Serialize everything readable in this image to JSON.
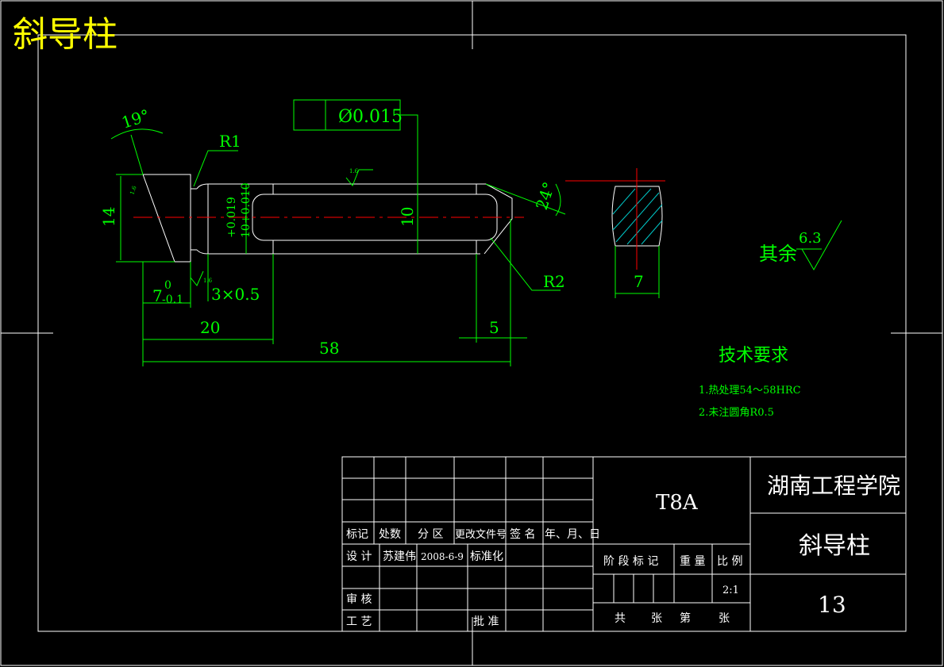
{
  "drawing_title": "斜导柱",
  "dimensions": {
    "angle_top": "19°",
    "radius_1": "R1",
    "tolerance_value": "Ø0.015",
    "height_left": "14",
    "diameter_main": "10",
    "tolerance_upper": "+0.019",
    "tolerance_lower": "10+0.010",
    "angle_right": "24°",
    "radius_2": "R2",
    "len_7": "7",
    "tol_7_upper": "0",
    "tol_7_lower": "-0.1",
    "chamfer": "3×0.5",
    "len_20": "20",
    "len_58": "58",
    "len_5": "5",
    "width_7": "7",
    "roughness_small_1": "1.6",
    "roughness_small_2": "1.6",
    "roughness_small_3": "1.6"
  },
  "roughness": {
    "label": "其余",
    "value": "6.3"
  },
  "requirements": {
    "title": "技术要求",
    "items": [
      "1.热处理54～58HRC",
      "2.未注圆角R0.5"
    ]
  },
  "title_block": {
    "material": "T8A",
    "school": "湖南工程学院",
    "part_name": "斜导柱",
    "drawing_no": "13",
    "headers": [
      "标记",
      "处数",
      "分 区",
      "更改文件号",
      "签 名",
      "年、月、日"
    ],
    "design_label": "设 计",
    "designer": "苏建伟",
    "date": "2008-6-9",
    "standardize": "标准化",
    "review": "审 核",
    "process": "工 艺",
    "approve": "批 准",
    "stage_label": "阶 段 标 记",
    "weight_label": "重 量",
    "scale_label": "比 例",
    "scale": "2:1",
    "sheets": [
      "共",
      "张",
      "第",
      "张"
    ]
  },
  "colors": {
    "border": "#ffffff",
    "dimension": "#00ff00",
    "center_line": "#ff0000",
    "hatch": "#00c8c8",
    "title": "#ffff00"
  }
}
